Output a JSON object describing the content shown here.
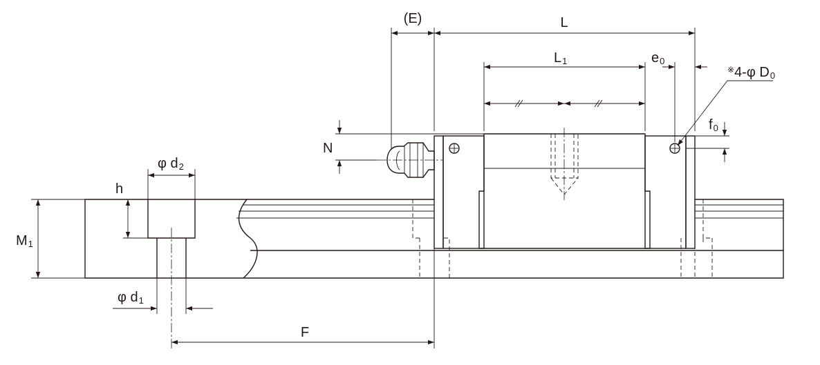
{
  "labels": {
    "E": "(E)",
    "L": "L",
    "L1": {
      "main": "L",
      "sub": "1"
    },
    "e0": {
      "main": "e",
      "sub": "0"
    },
    "D0": {
      "note": "※",
      "main": "4-φ D",
      "sub": "0"
    },
    "f0": {
      "main": "f",
      "sub": "0"
    },
    "N": "N",
    "d2": {
      "main": "φ d",
      "sub": "2"
    },
    "h": "h",
    "M1": {
      "main": "M",
      "sub": "1"
    },
    "d1": {
      "main": "φ d",
      "sub": "1"
    },
    "F": "F"
  },
  "colors": {
    "line": "#231815",
    "background": "#ffffff"
  }
}
